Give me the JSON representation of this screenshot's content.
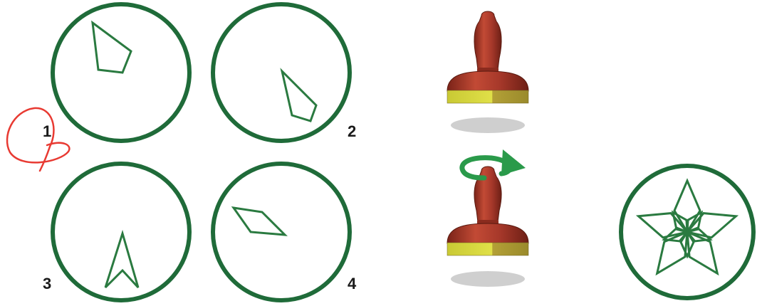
{
  "options": [
    {
      "label": "1",
      "icon": "quadrilateral-shape-icon",
      "selected": true
    },
    {
      "label": "2",
      "icon": "kite-shape-icon",
      "selected": false
    },
    {
      "label": "3",
      "icon": "arrowhead-shape-icon",
      "selected": false
    },
    {
      "label": "4",
      "icon": "rhombus-shape-icon",
      "selected": false
    }
  ],
  "stamp": {
    "icon": "rubber-stamp-icon",
    "rotate_icon": "rotate-arrow-icon"
  },
  "result": {
    "icon": "rotated-star-pattern-icon"
  },
  "colors": {
    "circle_stroke": "#1f6b39",
    "shape_stroke": "#2a7a40",
    "selection_mark": "#e83a32",
    "rotate_arrow": "#2a9a4a",
    "stamp_wood": "#a6382a",
    "stamp_pad": "#d2d23a",
    "shadow": "#cfcfcf"
  }
}
